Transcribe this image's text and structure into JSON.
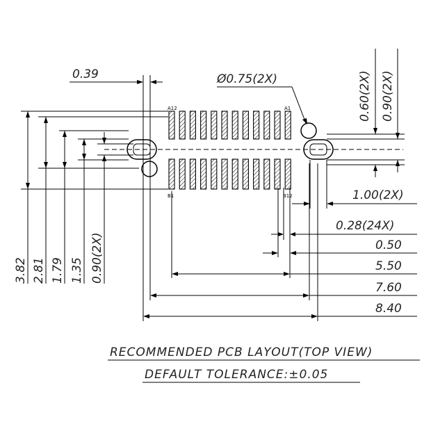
{
  "drawing": {
    "dimensions": {
      "top_gap": "0.39",
      "hole_dia": "Ø0.75(2X)",
      "right_v1": "0.60(2X)",
      "right_v2": "0.90(2X)",
      "oval_pitch": "1.00(2X)",
      "pad_width": "0.28(24X)",
      "pad_pitch": "0.50",
      "pad_span": "5.50",
      "hole_span": "7.60",
      "outer_span": "8.40",
      "left_v1": "3.82",
      "left_v2": "2.81",
      "left_v3": "1.79",
      "left_v4": "1.35",
      "left_v5": "0.90(2X)"
    },
    "pins": {
      "a12": "A12",
      "a1": "A1",
      "b1": "B1",
      "b12": "B12"
    },
    "notes": {
      "title": "RECOMMENDED PCB LAYOUT(TOP VIEW)",
      "tolerance": "DEFAULT TOLERANCE:±0.05"
    }
  }
}
